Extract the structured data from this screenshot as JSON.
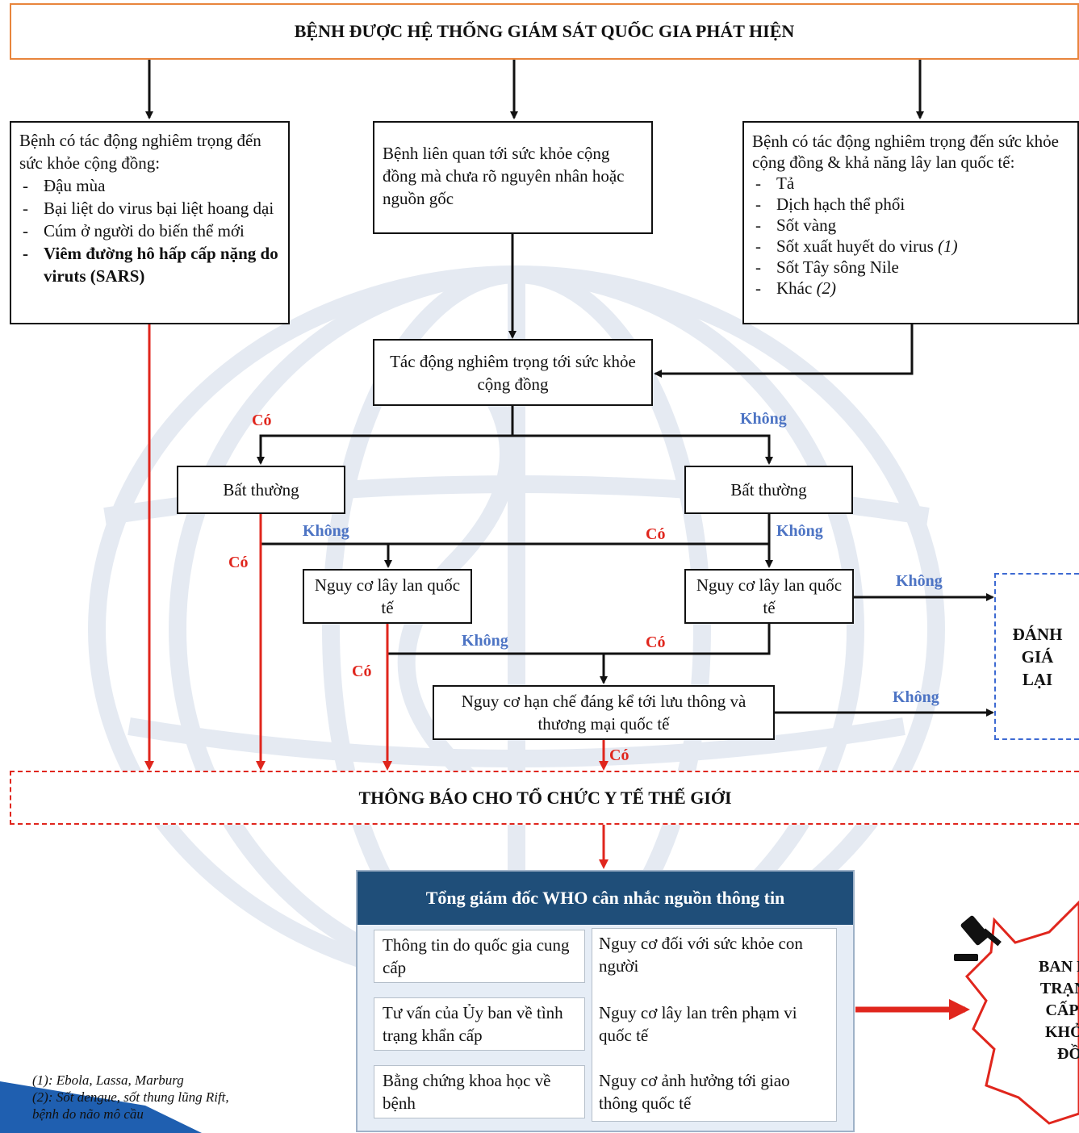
{
  "top": {
    "title": "BỆNH ĐƯỢC HỆ THỐNG GIÁM SÁT QUỐC GIA PHÁT HIỆN"
  },
  "left_box": {
    "intro": "Bệnh có tác động nghiêm trọng đến sức khỏe cộng đồng:",
    "items": [
      "Đậu mùa",
      "Bại liệt do virus bại liệt hoang dại",
      "Cúm ở người do biến thể mới"
    ],
    "bold_item": "Viêm đường hô hấp cấp nặng do viruts (SARS)"
  },
  "middle_box": {
    "text": "Bệnh liên quan tới sức khỏe cộng đồng mà chưa rõ nguyên nhân hoặc nguồn gốc"
  },
  "right_box": {
    "intro": "Bệnh có tác động nghiêm trọng đến sức khỏe cộng đồng & khả năng lây lan quốc tế:",
    "items": [
      "Tả",
      "Dịch hạch thể phổi",
      "Sốt vàng"
    ],
    "item4_text": "Sốt xuất huyết do virus",
    "item4_note": "(1)",
    "item5_text": "Sốt Tây sông Nile",
    "item6_text": "Khác",
    "item6_note": "(2)"
  },
  "impact_box": {
    "text": "Tác động nghiêm trọng tới sức khỏe cộng đồng"
  },
  "unusual_left": {
    "text": "Bất thường"
  },
  "unusual_right": {
    "text": "Bất thường"
  },
  "spread_left": {
    "text": "Nguy cơ lây lan quốc tế"
  },
  "spread_right": {
    "text": "Nguy cơ lây lan quốc tế"
  },
  "restrict_box": {
    "text": "Nguy cơ hạn chế đáng kể tới lưu thông và thương mại quốc tế"
  },
  "reassess": {
    "text": "ĐÁNH GIÁ LẠI"
  },
  "notify": {
    "text": "THÔNG BÁO CHO TỔ CHỨC Y TẾ THẾ GIỚI"
  },
  "labels": {
    "yes": "Có",
    "no": "Không"
  },
  "who_panel": {
    "header": "Tổng giám đốc WHO cân nhắc nguồn thông tin",
    "left_cells": [
      "Thông tin do quốc gia cung cấp",
      "Tư vấn của Ủy ban về tình trạng khẩn cấp",
      "Bằng chứng khoa học về bệnh"
    ],
    "right_cells": [
      "Nguy cơ đối với sức khỏe con người",
      "Nguy cơ lây lan trên phạm vi quốc tế",
      "Nguy cơ ảnh hưởng tới giao thông quốc tế"
    ]
  },
  "declare": {
    "lines": [
      "BAN BỐ",
      "TRẠNG",
      "CẤP V",
      "KHỎE",
      "ĐỒ"
    ]
  },
  "notes": {
    "note1": "(1): Ebola, Lassa, Marburg",
    "note2a": "(2): Sốt dengue, sốt thung lũng Rift,",
    "note2b": "bệnh do não mô cầu"
  },
  "colors": {
    "red": "#e0261d",
    "blue": "#4d74c4",
    "orange": "#e8853c",
    "navy": "#1f4e79"
  },
  "icons": {
    "gavel": "gavel-icon"
  }
}
